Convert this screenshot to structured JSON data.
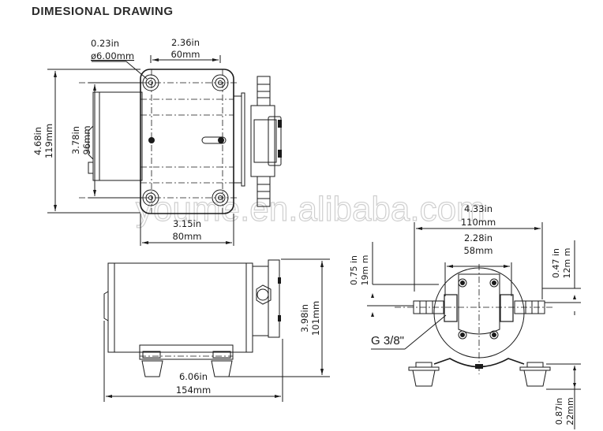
{
  "title": "DIMESIONAL DRAWING",
  "watermark": "youme.en.alibaba.com",
  "top_view": {
    "hole_dia": {
      "in": "0.23in",
      "mm": "ø6.00mm"
    },
    "hole_spacing_x": {
      "in": "2.36in",
      "mm": "60mm"
    },
    "overall_height": {
      "in": "4.68in",
      "mm": "119mm"
    },
    "hole_spacing_y": {
      "in": "3.78in",
      "mm": "96mm"
    },
    "base_width": {
      "in": "3.15in",
      "mm": "80mm"
    }
  },
  "side_view": {
    "overall_length": {
      "in": "6.06in",
      "mm": "154mm"
    },
    "overall_height": {
      "in": "3.98in",
      "mm": "101mm"
    }
  },
  "front_view": {
    "overall_width": {
      "in": "4.33in",
      "mm": "110mm"
    },
    "port_spacing": {
      "in": "2.28in",
      "mm": "58mm"
    },
    "inlet_offset": {
      "in": "0.75 in",
      "mm": "19m m"
    },
    "outlet_offset": {
      "in": "0.47 in",
      "mm": "12m m"
    },
    "foot_height": {
      "in": "0.87in",
      "mm": "22mm"
    },
    "thread": "G 3/8\""
  }
}
